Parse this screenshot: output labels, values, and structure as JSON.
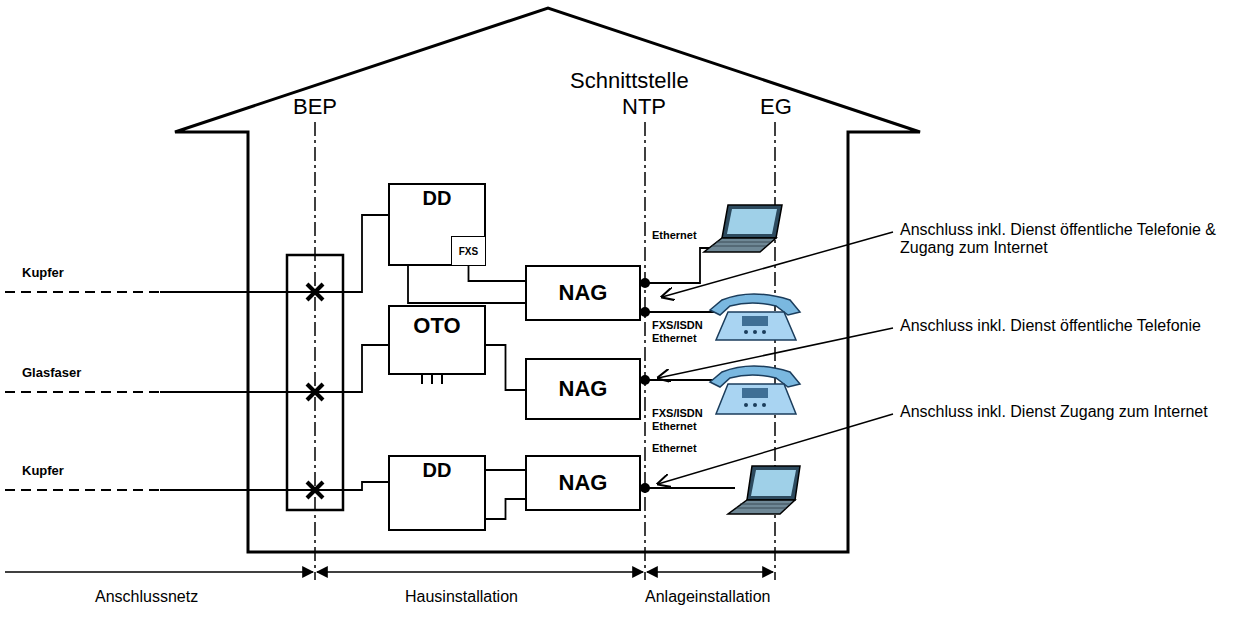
{
  "diagram": {
    "nodes": [
      {
        "text": [
          "DD"
        ]
      },
      {
        "text": [
          "FXS"
        ],
        "in": 0
      },
      {
        "text": [
          "NAG"
        ]
      },
      {
        "text": [
          "OTO"
        ]
      },
      {
        "text": [
          "NAG"
        ]
      },
      {
        "text": [
          "DD"
        ]
      },
      {
        "text": [
          "NAG"
        ]
      }
    ],
    "edges": [
      {
        "from": 0,
        "to": 2,
        "arrow": "none"
      },
      {
        "from": 1,
        "to": 2,
        "arrow": "none"
      },
      {
        "from": 3,
        "to": 4,
        "arrow": "none"
      },
      {
        "from": 5,
        "to": 6,
        "arrow": "none"
      },
      {
        "from": 5,
        "to": 6,
        "arrow": "none"
      }
    ],
    "labels": [
      "Schnittstelle",
      "BEP",
      "NTP",
      "EG",
      "Kupfer",
      "Glasfaser",
      "Kupfer",
      "Ethernet",
      "FXS/ISDN Ethernet",
      "FXS/ISDN Ethernet",
      "Ethernet",
      "Anschluss inkl. Dienst öffentliche Telefonie & Zugang zum Internet",
      "Anschluss inkl. Dienst öffentliche Telefonie",
      "Anschluss inkl. Dienst Zugang zum Internet",
      "Anschlussnetz",
      "Hausinstallation",
      "Anlageinstallation"
    ]
  }
}
